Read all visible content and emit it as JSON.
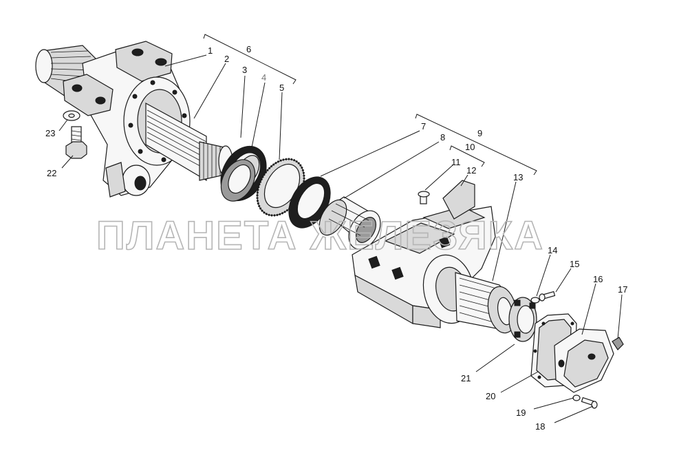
{
  "watermark": "ПЛАНЕТА ЖЕЛЕЗЯКА",
  "callouts": {
    "c1": "1",
    "c2": "2",
    "c3": "3",
    "c4": "4",
    "c5": "5",
    "c6": "6",
    "c7": "7",
    "c8": "8",
    "c9": "9",
    "c10": "10",
    "c11": "11",
    "c12": "12",
    "c13": "13",
    "c14": "14",
    "c15": "15",
    "c16": "16",
    "c17": "17",
    "c18": "18",
    "c19": "19",
    "c20": "20",
    "c21": "21",
    "c22": "22",
    "c23": "23"
  },
  "colors": {
    "ink": "#1a1a1a",
    "label_grey": "#777777",
    "watermark": "#b5b5b5"
  }
}
